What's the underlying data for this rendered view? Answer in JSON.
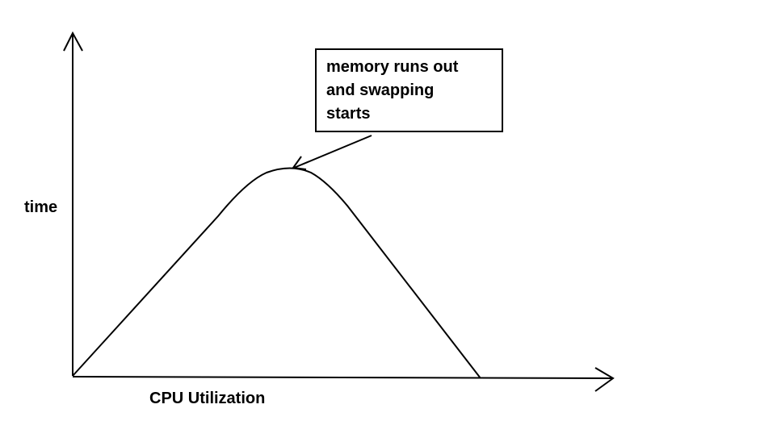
{
  "diagram": {
    "y_axis_label": "time",
    "x_axis_label": "CPU Utilization",
    "annotation": {
      "lines": [
        "memory runs out",
        "and swapping",
        "starts"
      ]
    },
    "colors": {
      "stroke": "#000000",
      "background": "#ffffff"
    }
  }
}
